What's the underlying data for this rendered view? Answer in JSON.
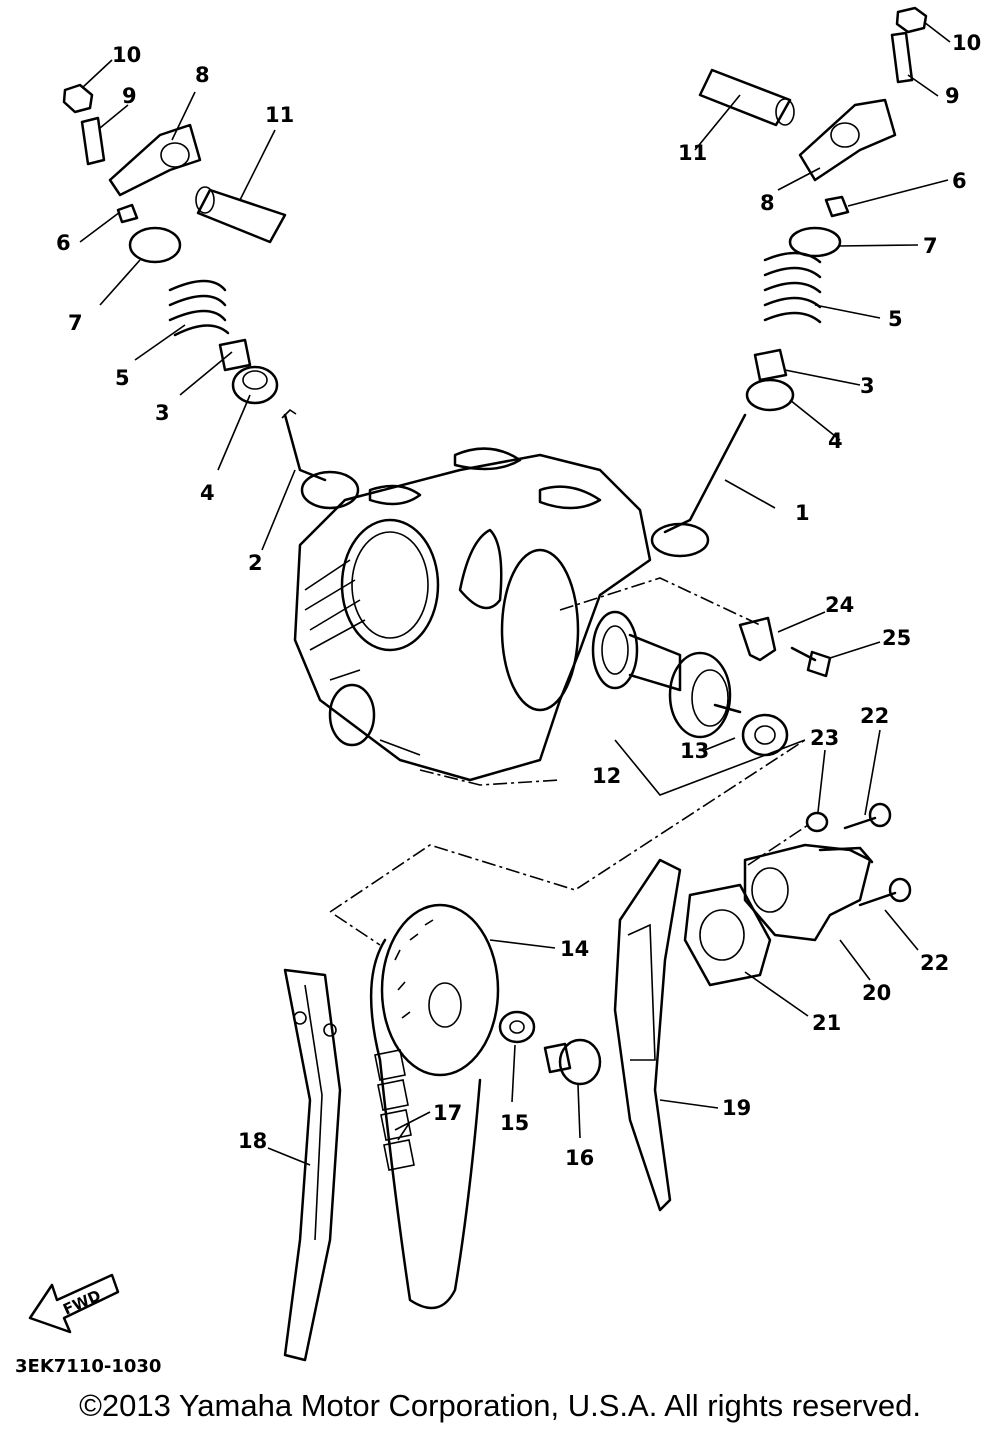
{
  "diagram": {
    "drawing_code": "3EK7110-1030",
    "fwd_label": "FWD",
    "callouts": [
      "1",
      "2",
      "3",
      "3",
      "4",
      "4",
      "5",
      "5",
      "6",
      "6",
      "7",
      "7",
      "8",
      "8",
      "9",
      "9",
      "10",
      "10",
      "11",
      "11",
      "12",
      "13",
      "14",
      "15",
      "16",
      "17",
      "18",
      "19",
      "20",
      "21",
      "22",
      "22",
      "23",
      "24",
      "25"
    ]
  },
  "footer": {
    "copyright": "©2013 Yamaha Motor Corporation, U.S.A. All rights reserved."
  }
}
